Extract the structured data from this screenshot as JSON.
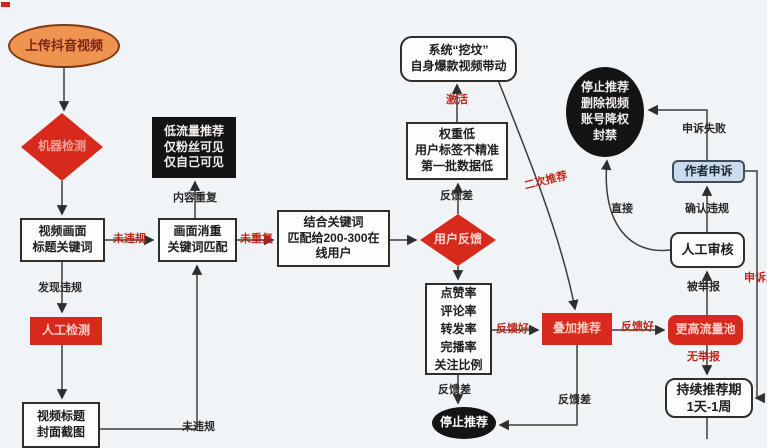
{
  "page": {
    "background": "#f1f4f7",
    "description": "抖音视频推荐算法流程图"
  },
  "colors": {
    "shape_red": "#d8291d",
    "shape_black": "#141414",
    "shape_orange": "#ef9350",
    "appeal_blue": "#c9dbec",
    "label_red": "#c0271b",
    "line": "#3c3c3c"
  },
  "nodes": {
    "upload": {
      "label": "上传抖音视频"
    },
    "machine_check": {
      "label": "机器检测"
    },
    "video_frame": {
      "lines": [
        "视频画面",
        "标题关键词"
      ]
    },
    "low_traffic": {
      "lines": [
        "低流量推荐",
        "仅粉丝可见",
        "仅自己可见"
      ]
    },
    "dedup": {
      "lines": [
        "画面消重",
        "关键词匹配"
      ]
    },
    "manual_detect": {
      "label": "人工检测"
    },
    "title_cover": {
      "lines": [
        "视频标题",
        "封面截图"
      ]
    },
    "keyword_match": {
      "lines": [
        "结合关键词",
        "匹配给200-300在",
        "线用户"
      ]
    },
    "user_feedback": {
      "label": "用户反馈"
    },
    "grave_digging": {
      "lines": [
        "系统“挖坟”",
        "自身爆款视频带动"
      ]
    },
    "low_weight": {
      "lines": [
        "权重低",
        "用户标签不精准",
        "第一批数据低"
      ]
    },
    "metrics": {
      "lines": [
        "点赞率",
        "评论率",
        "转发率",
        "完播率",
        "关注比例"
      ]
    },
    "stop_recommend": {
      "label": "停止推荐"
    },
    "stacked_recommend": {
      "label": "叠加推荐"
    },
    "stop_delete_ban": {
      "lines": [
        "停止推荐",
        "删除视频",
        "账号降权",
        "封禁"
      ]
    },
    "author_appeal": {
      "label": "作者申诉"
    },
    "manual_review": {
      "label": "人工审核"
    },
    "higher_pool": {
      "label": "更高流量池"
    },
    "continuous_period": {
      "lines": [
        "持续推荐期",
        "1天-1周"
      ]
    }
  },
  "edge_labels": {
    "content_duplicate": "内容重复",
    "not_violating_top": "未违规",
    "violation_found": "发现违规",
    "not_violating_bottom": "未违规",
    "not_duplicate": "未重复",
    "feedback_bad_top": "反馈差",
    "activate": "激活",
    "second_recommend": "二次推荐",
    "feedback_good_left": "反馈好",
    "feedback_good_right": "反馈好",
    "feedback_bad_metrics": "反馈差",
    "feedback_bad_stacked": "反馈差",
    "reported": "被举报",
    "no_report": "无举报",
    "appeal_failed": "申诉失败",
    "confirm_violation": "确认违规",
    "direct": "直接",
    "appeal_success": "申诉成功"
  }
}
